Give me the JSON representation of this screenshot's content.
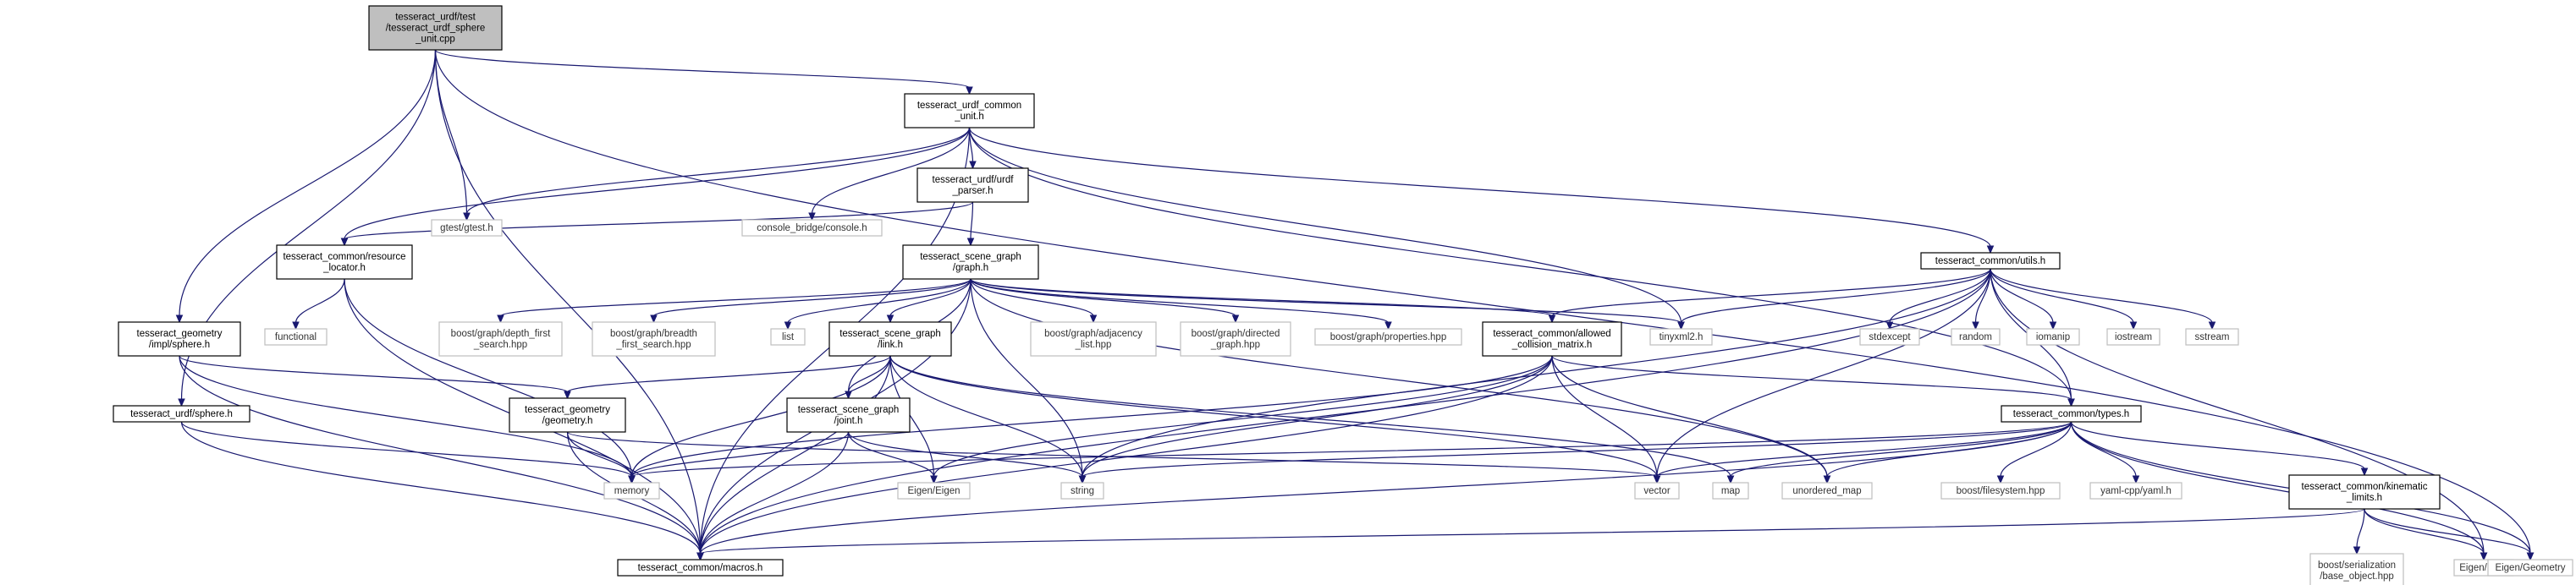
{
  "diagram": {
    "type": "include-dependency-graph",
    "colors": {
      "edge": "#191970",
      "root_fill": "#bfbfbf",
      "external_border": "#bfbfbf",
      "header_border": "#000000"
    },
    "nodes": [
      {
        "id": "root",
        "lines": [
          "tesseract_urdf/test",
          "/tesseract_urdf_sphere",
          "_unit.cpp"
        ],
        "kind": "root"
      },
      {
        "id": "common_unit",
        "lines": [
          "tesseract_urdf_common",
          "_unit.h"
        ],
        "kind": "header"
      },
      {
        "id": "gtest",
        "lines": [
          "gtest/gtest.h"
        ],
        "kind": "external"
      },
      {
        "id": "console",
        "lines": [
          "console_bridge/console.h"
        ],
        "kind": "external"
      },
      {
        "id": "urdf_parser",
        "lines": [
          "tesseract_urdf/urdf",
          "_parser.h"
        ],
        "kind": "header"
      },
      {
        "id": "resource_locator",
        "lines": [
          "tesseract_common/resource",
          "_locator.h"
        ],
        "kind": "header"
      },
      {
        "id": "scene_graph",
        "lines": [
          "tesseract_scene_graph",
          "/graph.h"
        ],
        "kind": "header"
      },
      {
        "id": "utils",
        "lines": [
          "tesseract_common/utils.h"
        ],
        "kind": "header"
      },
      {
        "id": "functional",
        "lines": [
          "functional"
        ],
        "kind": "external"
      },
      {
        "id": "geom_sphere",
        "lines": [
          "tesseract_geometry",
          "/impl/sphere.h"
        ],
        "kind": "header"
      },
      {
        "id": "dfs",
        "lines": [
          "boost/graph/depth_first",
          "_search.hpp"
        ],
        "kind": "external"
      },
      {
        "id": "bfs",
        "lines": [
          "boost/graph/breadth",
          "_first_search.hpp"
        ],
        "kind": "external"
      },
      {
        "id": "list",
        "lines": [
          "list"
        ],
        "kind": "external"
      },
      {
        "id": "link",
        "lines": [
          "tesseract_scene_graph",
          "/link.h"
        ],
        "kind": "header"
      },
      {
        "id": "adjacency",
        "lines": [
          "boost/graph/adjacency",
          "_list.hpp"
        ],
        "kind": "external"
      },
      {
        "id": "directed",
        "lines": [
          "boost/graph/directed",
          "_graph.hpp"
        ],
        "kind": "external"
      },
      {
        "id": "properties",
        "lines": [
          "boost/graph/properties.hpp"
        ],
        "kind": "external"
      },
      {
        "id": "acm",
        "lines": [
          "tesseract_common/allowed",
          "_collision_matrix.h"
        ],
        "kind": "header"
      },
      {
        "id": "tinyxml",
        "lines": [
          "tinyxml2.h"
        ],
        "kind": "external"
      },
      {
        "id": "stdexcept",
        "lines": [
          "stdexcept"
        ],
        "kind": "external"
      },
      {
        "id": "random",
        "lines": [
          "random"
        ],
        "kind": "external"
      },
      {
        "id": "iomanip",
        "lines": [
          "iomanip"
        ],
        "kind": "external"
      },
      {
        "id": "iostream",
        "lines": [
          "iostream"
        ],
        "kind": "external"
      },
      {
        "id": "sstream",
        "lines": [
          "sstream"
        ],
        "kind": "external"
      },
      {
        "id": "urdf_sphere",
        "lines": [
          "tesseract_urdf/sphere.h"
        ],
        "kind": "header"
      },
      {
        "id": "geometry",
        "lines": [
          "tesseract_geometry",
          "/geometry.h"
        ],
        "kind": "header"
      },
      {
        "id": "joint",
        "lines": [
          "tesseract_scene_graph",
          "/joint.h"
        ],
        "kind": "header"
      },
      {
        "id": "types",
        "lines": [
          "tesseract_common/types.h"
        ],
        "kind": "header"
      },
      {
        "id": "memory",
        "lines": [
          "memory"
        ],
        "kind": "external"
      },
      {
        "id": "eigen",
        "lines": [
          "Eigen/Eigen"
        ],
        "kind": "external"
      },
      {
        "id": "string",
        "lines": [
          "string"
        ],
        "kind": "external"
      },
      {
        "id": "vector",
        "lines": [
          "vector"
        ],
        "kind": "external"
      },
      {
        "id": "map",
        "lines": [
          "map"
        ],
        "kind": "external"
      },
      {
        "id": "unordered_map",
        "lines": [
          "unordered_map"
        ],
        "kind": "external"
      },
      {
        "id": "fs",
        "lines": [
          "boost/filesystem.hpp"
        ],
        "kind": "external"
      },
      {
        "id": "yaml",
        "lines": [
          "yaml-cpp/yaml.h"
        ],
        "kind": "external"
      },
      {
        "id": "kin_limits",
        "lines": [
          "tesseract_common/kinematic",
          "_limits.h"
        ],
        "kind": "header"
      },
      {
        "id": "macros",
        "lines": [
          "tesseract_common/macros.h"
        ],
        "kind": "header"
      },
      {
        "id": "serialization",
        "lines": [
          "boost/serialization",
          "/base_object.hpp"
        ],
        "kind": "external"
      },
      {
        "id": "eigen_core",
        "lines": [
          "Eigen/Core"
        ],
        "kind": "external"
      },
      {
        "id": "eigen_geometry",
        "lines": [
          "Eigen/Geometry"
        ],
        "kind": "external"
      }
    ],
    "edges": [
      [
        "root",
        "common_unit"
      ],
      [
        "root",
        "gtest"
      ],
      [
        "root",
        "geom_sphere"
      ],
      [
        "root",
        "urdf_sphere"
      ],
      [
        "root",
        "macros"
      ],
      [
        "root",
        "eigen_geometry"
      ],
      [
        "common_unit",
        "gtest"
      ],
      [
        "common_unit",
        "console"
      ],
      [
        "common_unit",
        "urdf_parser"
      ],
      [
        "common_unit",
        "resource_locator"
      ],
      [
        "common_unit",
        "tinyxml"
      ],
      [
        "common_unit",
        "utils"
      ],
      [
        "common_unit",
        "types"
      ],
      [
        "common_unit",
        "macros"
      ],
      [
        "urdf_parser",
        "resource_locator"
      ],
      [
        "urdf_parser",
        "scene_graph"
      ],
      [
        "resource_locator",
        "functional"
      ],
      [
        "resource_locator",
        "memory"
      ],
      [
        "resource_locator",
        "macros"
      ],
      [
        "scene_graph",
        "dfs"
      ],
      [
        "scene_graph",
        "bfs"
      ],
      [
        "scene_graph",
        "list"
      ],
      [
        "scene_graph",
        "link"
      ],
      [
        "scene_graph",
        "adjacency"
      ],
      [
        "scene_graph",
        "directed"
      ],
      [
        "scene_graph",
        "properties"
      ],
      [
        "scene_graph",
        "acm"
      ],
      [
        "scene_graph",
        "joint"
      ],
      [
        "scene_graph",
        "string"
      ],
      [
        "scene_graph",
        "unordered_map"
      ],
      [
        "scene_graph",
        "macros"
      ],
      [
        "scene_graph",
        "tinyxml"
      ],
      [
        "utils",
        "tinyxml"
      ],
      [
        "utils",
        "stdexcept"
      ],
      [
        "utils",
        "random"
      ],
      [
        "utils",
        "iomanip"
      ],
      [
        "utils",
        "iostream"
      ],
      [
        "utils",
        "sstream"
      ],
      [
        "utils",
        "acm"
      ],
      [
        "utils",
        "string"
      ],
      [
        "utils",
        "vector"
      ],
      [
        "utils",
        "eigen_core"
      ],
      [
        "utils",
        "macros"
      ],
      [
        "utils",
        "types"
      ],
      [
        "geom_sphere",
        "geometry"
      ],
      [
        "geom_sphere",
        "memory"
      ],
      [
        "geom_sphere",
        "macros"
      ],
      [
        "urdf_sphere",
        "memory"
      ],
      [
        "urdf_sphere",
        "macros"
      ],
      [
        "link",
        "geometry"
      ],
      [
        "link",
        "joint"
      ],
      [
        "link",
        "eigen"
      ],
      [
        "link",
        "string"
      ],
      [
        "link",
        "vector"
      ],
      [
        "link",
        "memory"
      ],
      [
        "link",
        "macros"
      ],
      [
        "link",
        "map"
      ],
      [
        "acm",
        "types"
      ],
      [
        "acm",
        "vector"
      ],
      [
        "acm",
        "string"
      ],
      [
        "acm",
        "unordered_map"
      ],
      [
        "acm",
        "macros"
      ],
      [
        "acm",
        "memory"
      ],
      [
        "acm",
        "eigen"
      ],
      [
        "geometry",
        "memory"
      ],
      [
        "geometry",
        "vector"
      ],
      [
        "geometry",
        "macros"
      ],
      [
        "joint",
        "memory"
      ],
      [
        "joint",
        "string"
      ],
      [
        "joint",
        "eigen"
      ],
      [
        "joint",
        "macros"
      ],
      [
        "types",
        "memory"
      ],
      [
        "types",
        "vector"
      ],
      [
        "types",
        "map"
      ],
      [
        "types",
        "unordered_map"
      ],
      [
        "types",
        "fs"
      ],
      [
        "types",
        "yaml"
      ],
      [
        "types",
        "kin_limits"
      ],
      [
        "types",
        "eigen_core"
      ],
      [
        "types",
        "eigen_geometry"
      ],
      [
        "types",
        "macros"
      ],
      [
        "types",
        "string"
      ],
      [
        "kin_limits",
        "serialization"
      ],
      [
        "kin_limits",
        "eigen_core"
      ],
      [
        "kin_limits",
        "eigen_geometry"
      ],
      [
        "kin_limits",
        "macros"
      ]
    ]
  }
}
